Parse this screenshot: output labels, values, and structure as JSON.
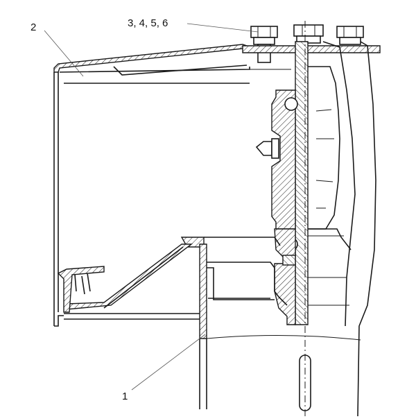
{
  "figure": {
    "callouts": [
      {
        "id": "housing",
        "text": "1"
      },
      {
        "id": "cover",
        "text": "2"
      },
      {
        "id": "fasteners",
        "text": "3, 4, 5, 6"
      }
    ]
  }
}
